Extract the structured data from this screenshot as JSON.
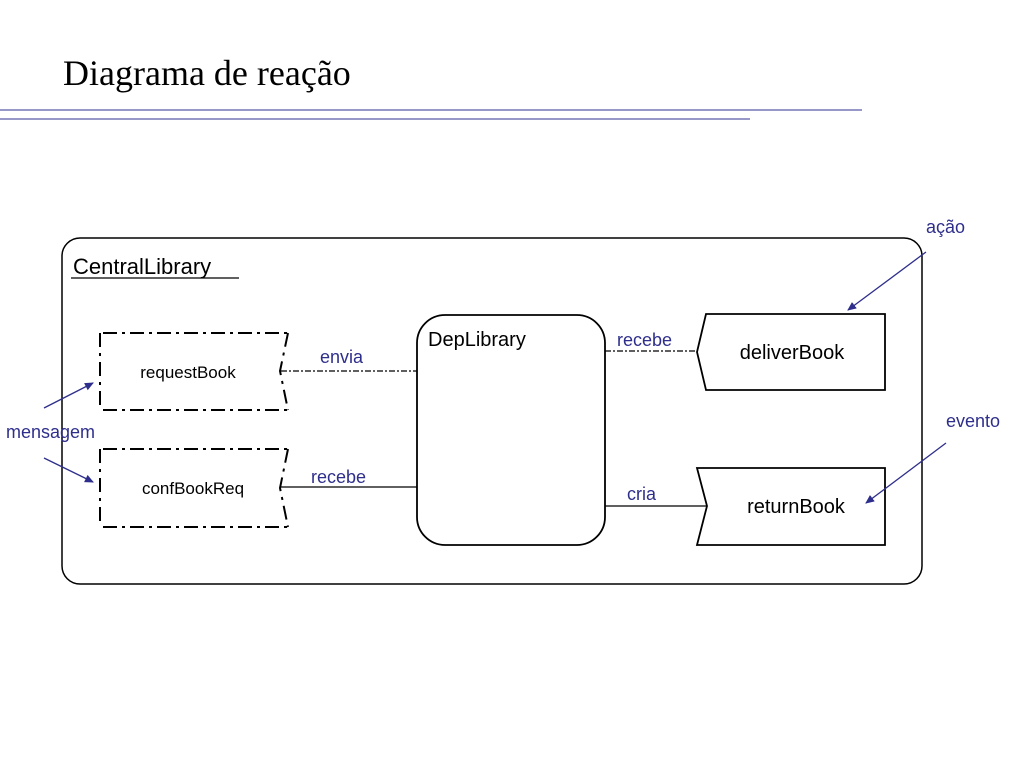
{
  "slide": {
    "title": "Diagrama de reação"
  },
  "diagram": {
    "container": {
      "label": "CentralLibrary"
    },
    "messages": [
      {
        "id": "requestBook",
        "label": "requestBook"
      },
      {
        "id": "confBookReq",
        "label": "confBookReq"
      }
    ],
    "reactor": {
      "label": "DepLibrary"
    },
    "action": {
      "label": "deliverBook"
    },
    "event": {
      "label": "returnBook"
    },
    "connectors": {
      "envia": "envia",
      "recebe_left": "recebe",
      "recebe_right": "recebe",
      "cria": "cria"
    },
    "annotations": {
      "acao": "ação",
      "evento": "evento",
      "mensagem": "mensagem"
    }
  },
  "colors": {
    "annotation": "#2e2e8c",
    "rule": "#5a5aa8",
    "stroke": "#000000"
  }
}
